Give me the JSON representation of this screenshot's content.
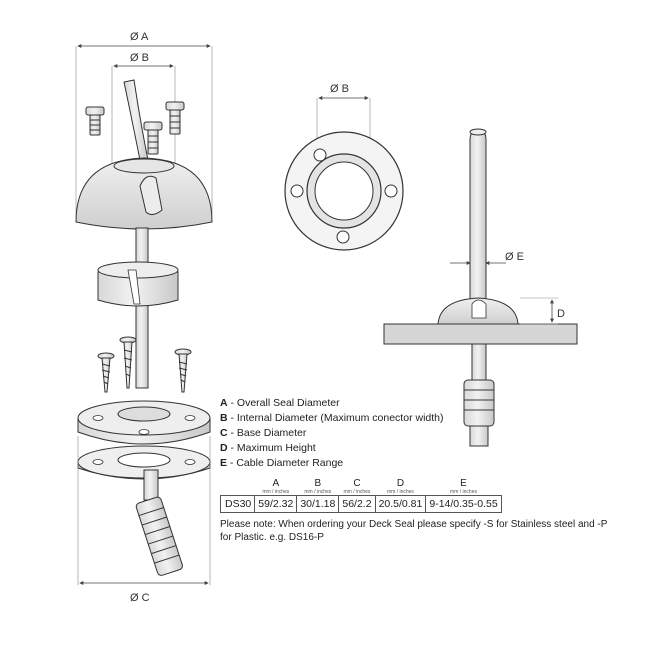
{
  "labels": {
    "dia_a": "Ø A",
    "dia_b_left": "Ø B",
    "dia_b_top": "Ø B",
    "dia_c": "Ø C",
    "dia_e": "Ø E",
    "dim_d": "D"
  },
  "legend": [
    {
      "letter": "A",
      "text": " - Overall Seal Diameter"
    },
    {
      "letter": "B",
      "text": " - Internal Diameter (Maximum conector width)"
    },
    {
      "letter": "C",
      "text": " - Base Diameter"
    },
    {
      "letter": "D",
      "text": " - Maximum Height"
    },
    {
      "letter": "E",
      "text": " - Cable Diameter Range"
    }
  ],
  "table": {
    "columns": [
      {
        "letter": "A",
        "unit": "mm / inches"
      },
      {
        "letter": "B",
        "unit": "mm / inches"
      },
      {
        "letter": "C",
        "unit": "mm / inches"
      },
      {
        "letter": "D",
        "unit": "mm / inches"
      },
      {
        "letter": "E",
        "unit": "mm / inches"
      }
    ],
    "row": {
      "model": "DS30",
      "values": [
        "59/2.32",
        "30/1.18",
        "56/2.2",
        "20.5/0.81",
        "9-14/0.35-0.55"
      ]
    }
  },
  "note": "Please note: When ordering your Deck Seal please specify -S for Stainless steel and -P for Plastic.   e.g. DS16-P"
}
